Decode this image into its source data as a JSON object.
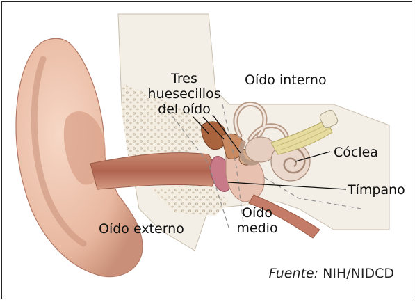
{
  "labels": {
    "ossicles": [
      "Tres",
      "huesecillos",
      "del oído"
    ],
    "inner_ear": "Oído interno",
    "cochlea": "Cóclea",
    "eardrum": "Tímpano",
    "outer_ear": "Oído externo",
    "middle_ear": [
      "Oído",
      "medio"
    ]
  },
  "source": {
    "prefix": "Fuente:",
    "credit": "NIH/NIDCD"
  },
  "colors": {
    "skin": "#f0c8b4",
    "skin_shadow": "#c98f78",
    "canal": "#b8735c",
    "bone": "#f1ebdf",
    "bone_dots": "#b9a990",
    "eardrum": "#c97a88",
    "ossicle": "#a9643e",
    "nerve": "#e6dca0"
  }
}
